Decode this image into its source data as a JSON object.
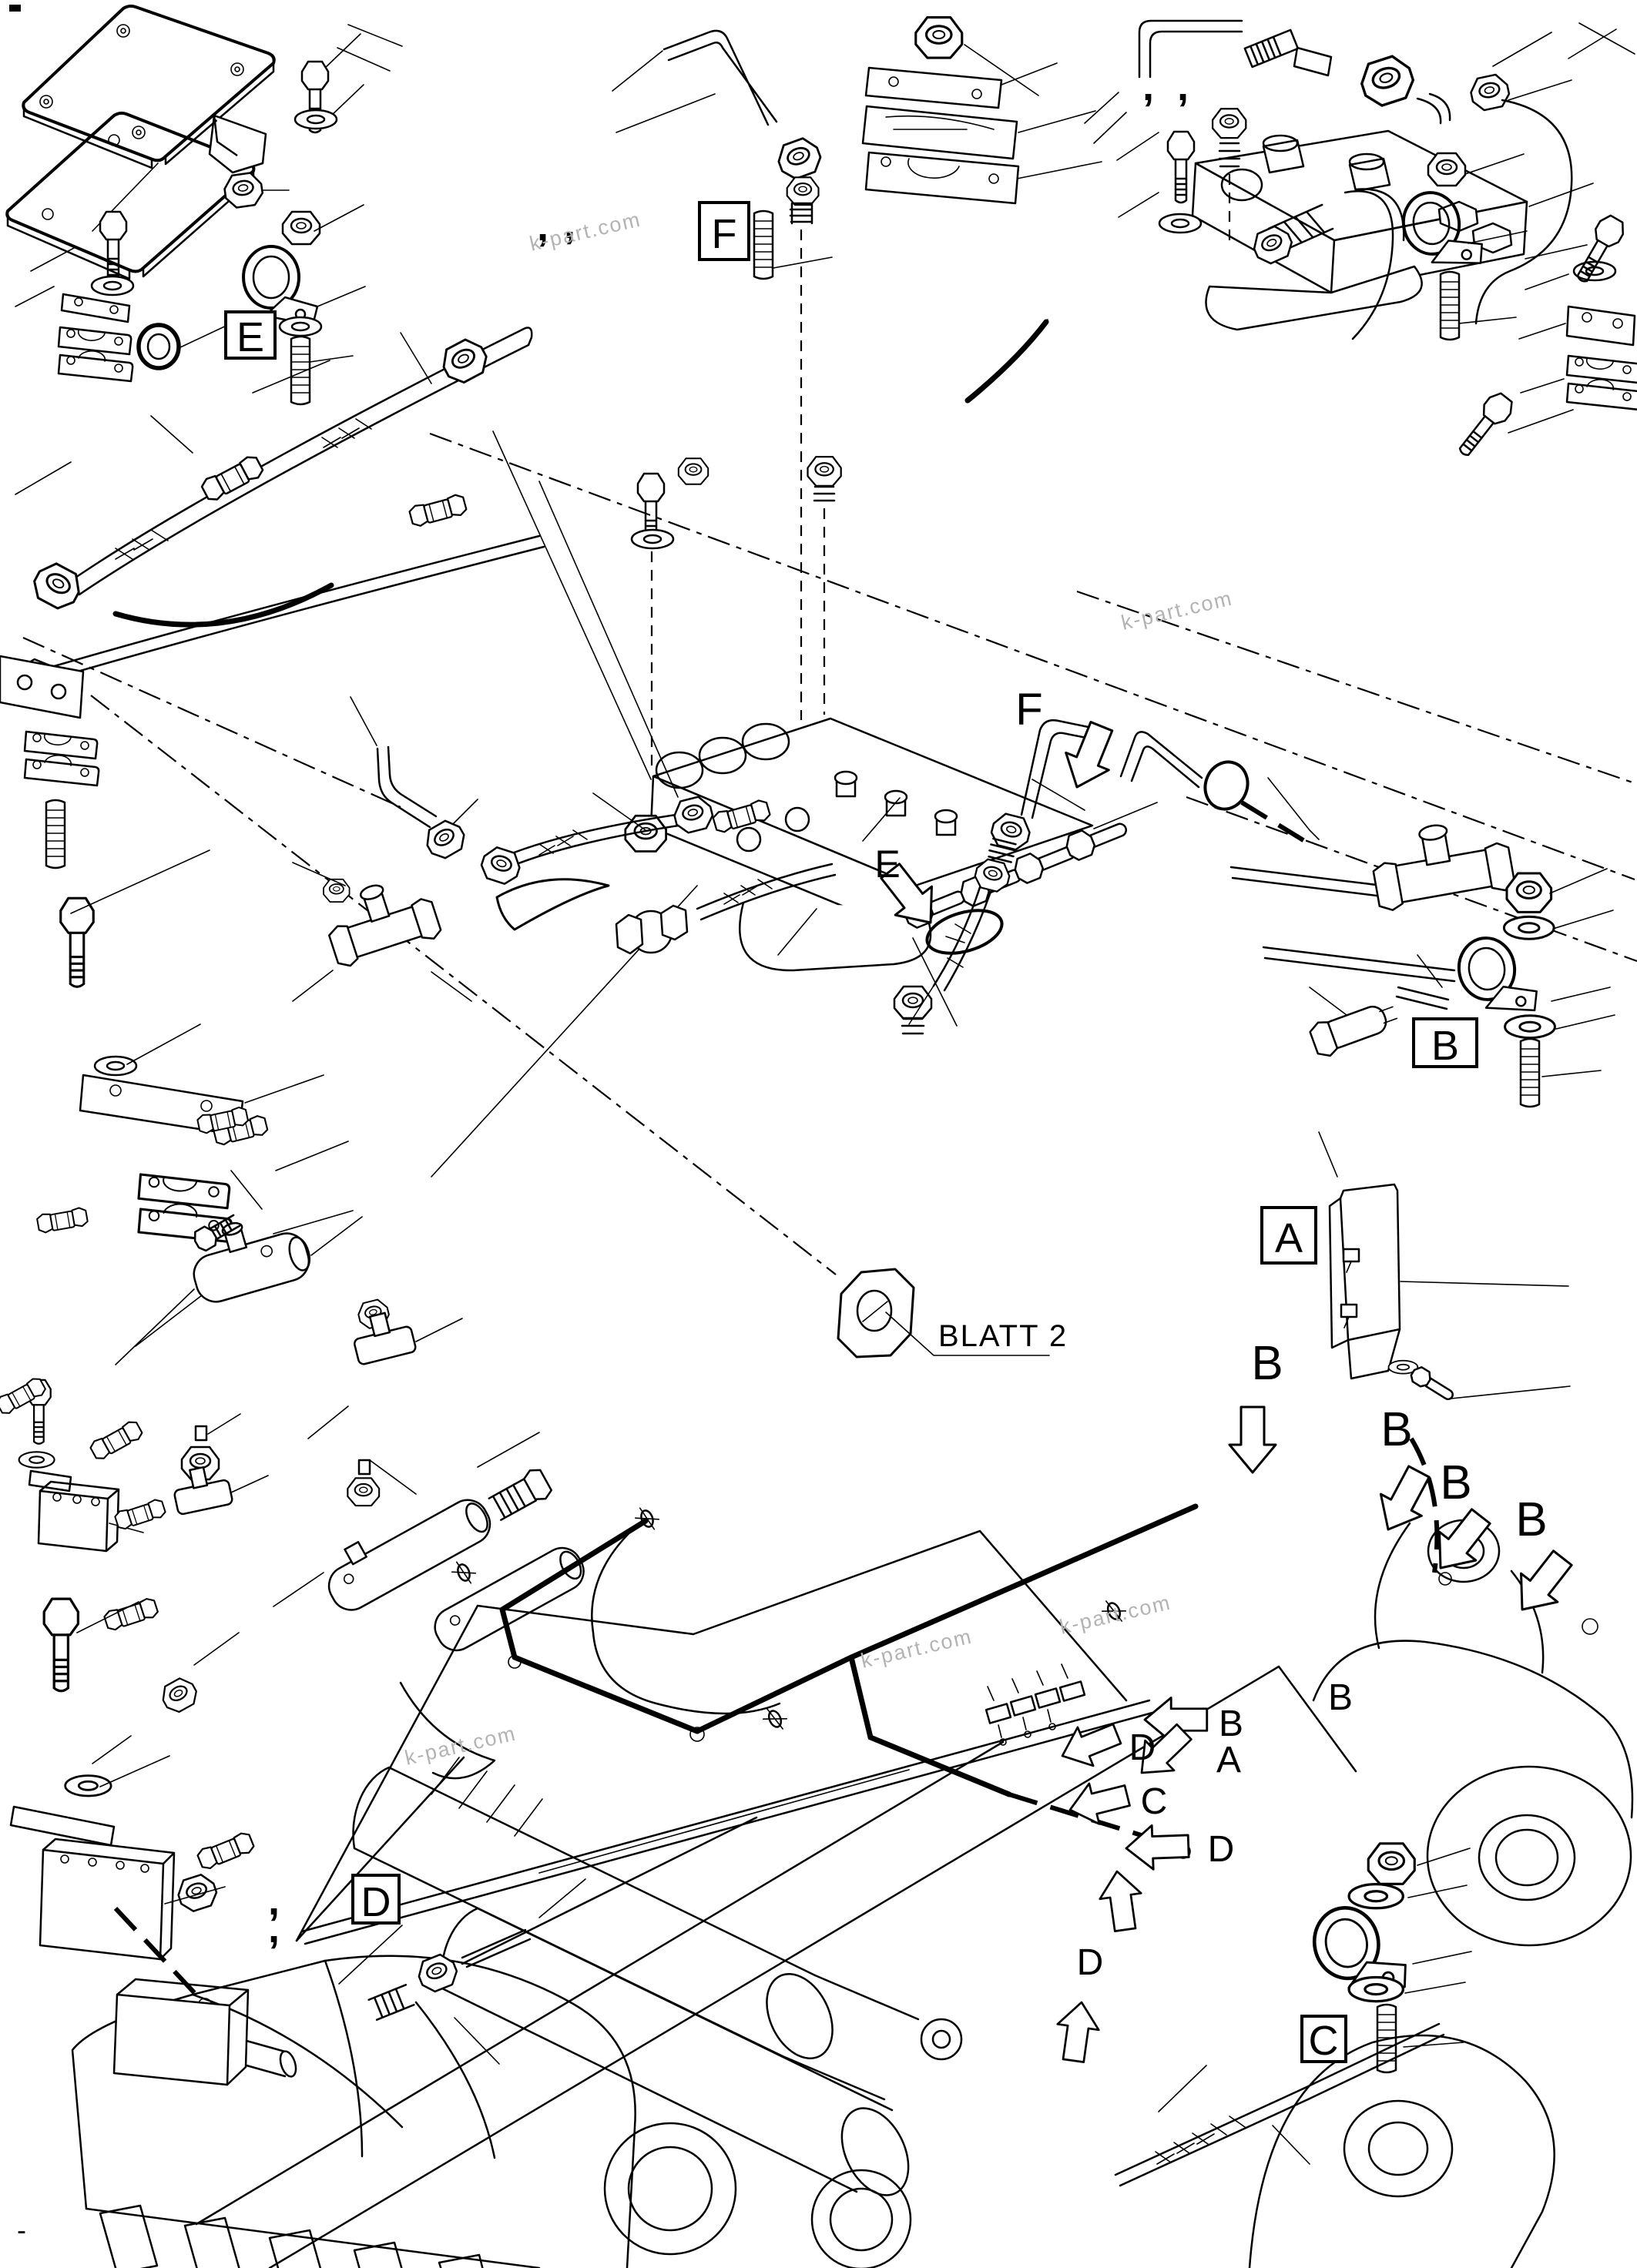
{
  "d": {
    "callouts": [
      "E",
      "F",
      "B",
      "A",
      "C",
      "D"
    ],
    "markers": [
      "F",
      "E",
      "B",
      "B",
      "B",
      "B",
      "B",
      "B",
      "A",
      "D",
      "C",
      "D",
      "D"
    ],
    "note": "BLATT 2",
    "watermark": "k-part.com",
    "commas": [
      ",",
      ",",
      ",",
      ",",
      ",",
      ","
    ],
    "dash": "-"
  }
}
